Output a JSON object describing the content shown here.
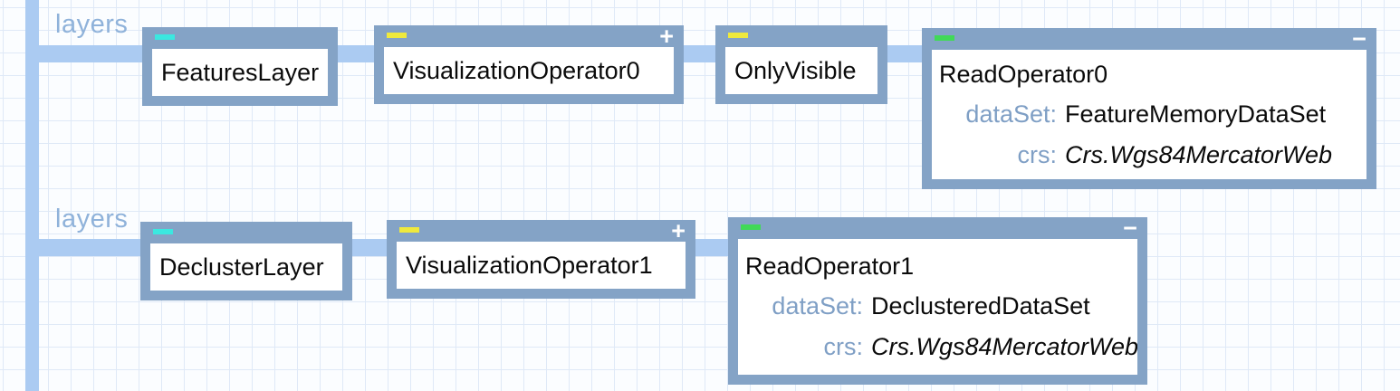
{
  "diagram": {
    "kind": "layer-tree-diagram",
    "grid_background": true
  },
  "colors": {
    "background": "#fbfdff",
    "grid_line": "#dfe9f7",
    "connector": "#abcbf2",
    "node_frame": "#84a3c6",
    "node_body": "#ffffff",
    "row_label_text": "#8fb2da",
    "property_label_text": "#7f9fc5",
    "title_text": "#0b0b0b",
    "toggle_glyph": "#ffffff",
    "badge_cyan": "#3be8e0",
    "badge_yellow": "#efe93d",
    "badge_green": "#41d957"
  },
  "rows": [
    {
      "label": "layers",
      "nodes": [
        {
          "title": "FeaturesLayer",
          "badge": "cyan"
        },
        {
          "title": "VisualizationOperator0",
          "badge": "yellow",
          "toggle": "+"
        },
        {
          "title": "OnlyVisible",
          "badge": "yellow"
        },
        {
          "title": "ReadOperator0",
          "badge": "green",
          "toggle": "−",
          "properties": [
            {
              "label": "dataSet:",
              "value": "FeatureMemoryDataSet"
            },
            {
              "label": "crs:",
              "value": "Crs.Wgs84MercatorWeb"
            }
          ]
        }
      ]
    },
    {
      "label": "layers",
      "nodes": [
        {
          "title": "DeclusterLayer",
          "badge": "cyan"
        },
        {
          "title": "VisualizationOperator1",
          "badge": "yellow",
          "toggle": "+"
        },
        {
          "title": "ReadOperator1",
          "badge": "green",
          "toggle": "−",
          "properties": [
            {
              "label": "dataSet:",
              "value": "DeclusteredDataSet"
            },
            {
              "label": "crs:",
              "value": "Crs.Wgs84MercatorWeb"
            }
          ]
        }
      ]
    }
  ]
}
